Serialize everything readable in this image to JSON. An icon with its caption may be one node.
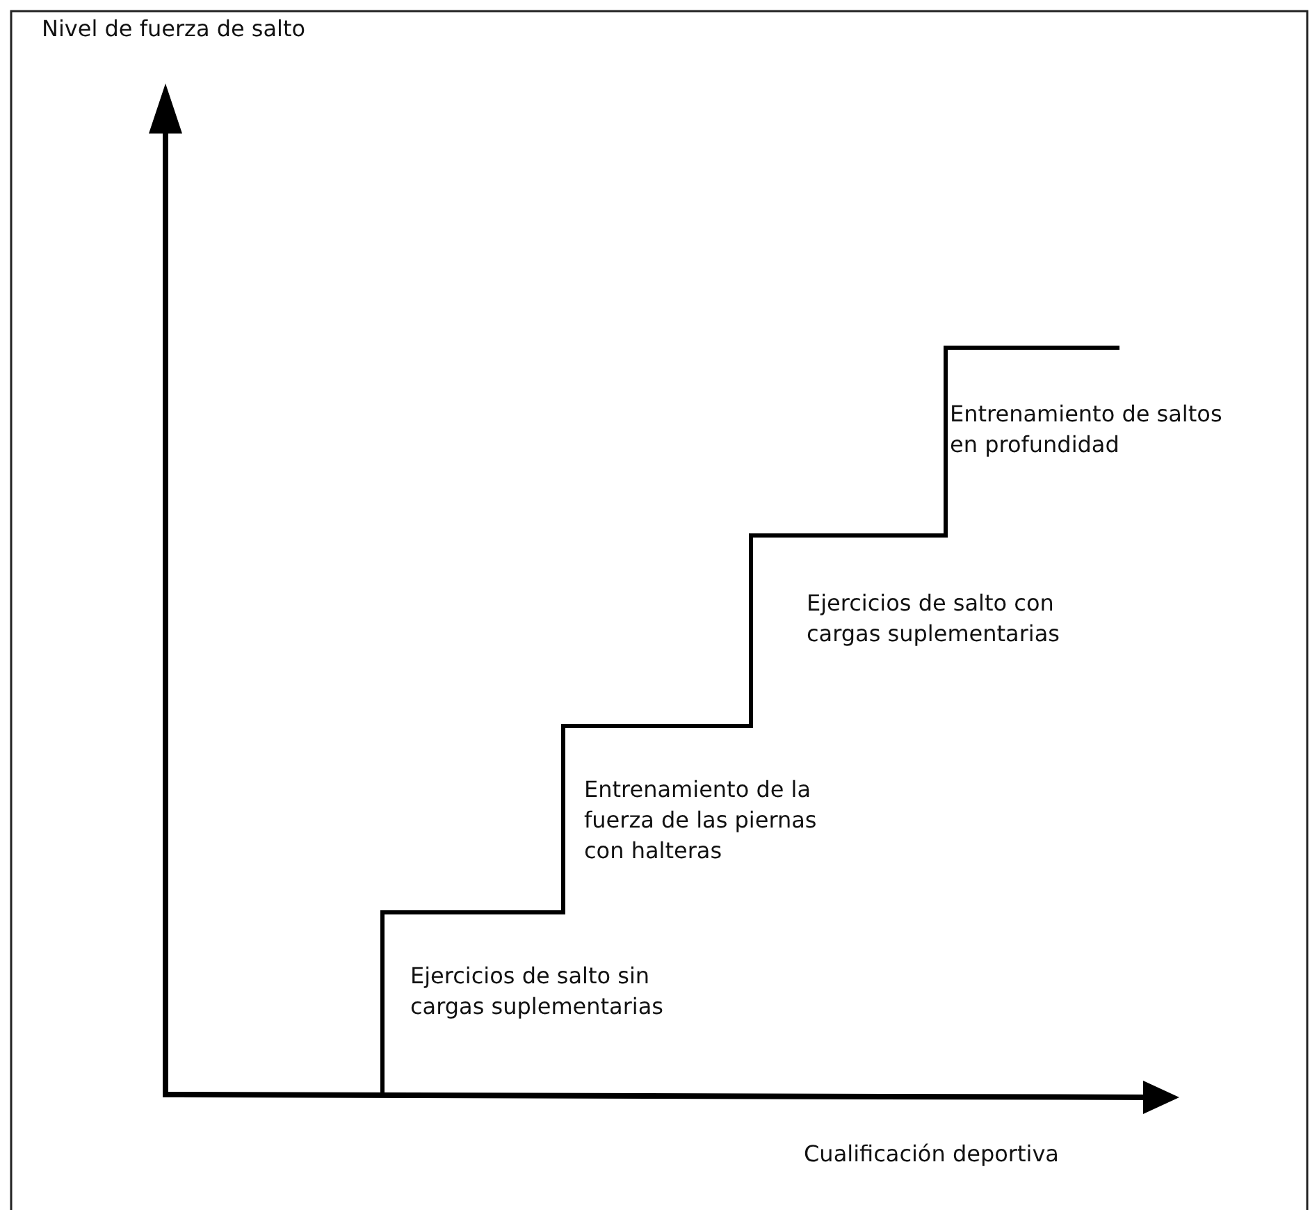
{
  "diagram": {
    "labels": [
      "Nivel de fuerza de salto",
      "Entrenamiento de saltos en profundidad",
      "Ejercicios de salto con cargas suplementarias",
      "Entrenamiento de la fuerza de las piernas con halteras",
      "Ejercicios de salto sin cargas suplementarias",
      "Cualificación deportiva"
    ]
  }
}
